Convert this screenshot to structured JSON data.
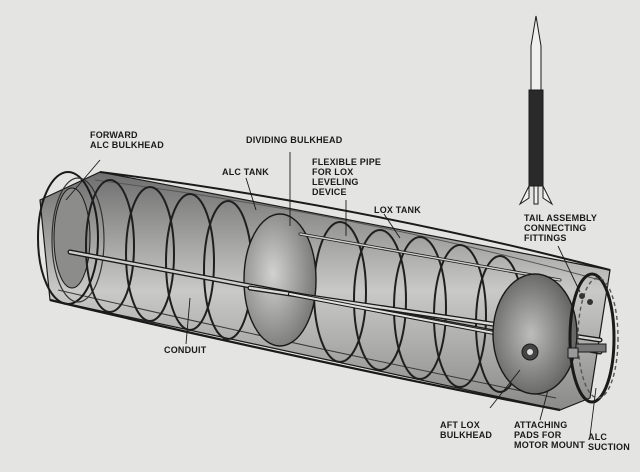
{
  "diagram": {
    "labels": {
      "forward_alc_bulkhead": [
        "FORWARD",
        "ALC BULKHEAD"
      ],
      "dividing_bulkhead": [
        "DIVIDING BULKHEAD"
      ],
      "alc_tank": [
        "ALC TANK"
      ],
      "flexible_pipe": [
        "FLEXIBLE PIPE",
        "FOR LOX",
        "LEVELING",
        "DEVICE"
      ],
      "lox_tank": [
        "LOX TANK"
      ],
      "tail_assembly": [
        "TAIL ASSEMBLY",
        "CONNECTING",
        "FITTINGS"
      ],
      "conduit": [
        "CONDUIT"
      ],
      "aft_lox_bulkhead": [
        "AFT LOX",
        "BULKHEAD"
      ],
      "attaching_pads": [
        "ATTACHING",
        "PADS FOR",
        "MOTOR MOUNT"
      ],
      "alc_suction": [
        "ALC",
        "SUCTION"
      ]
    },
    "colors": {
      "background": "#e4e4e2",
      "ink": "#1a1a1a",
      "shell_light": "#d8d8d6",
      "shell_dark": "#6a6a6a"
    },
    "icons": [
      "rocket-silhouette-icon"
    ]
  }
}
